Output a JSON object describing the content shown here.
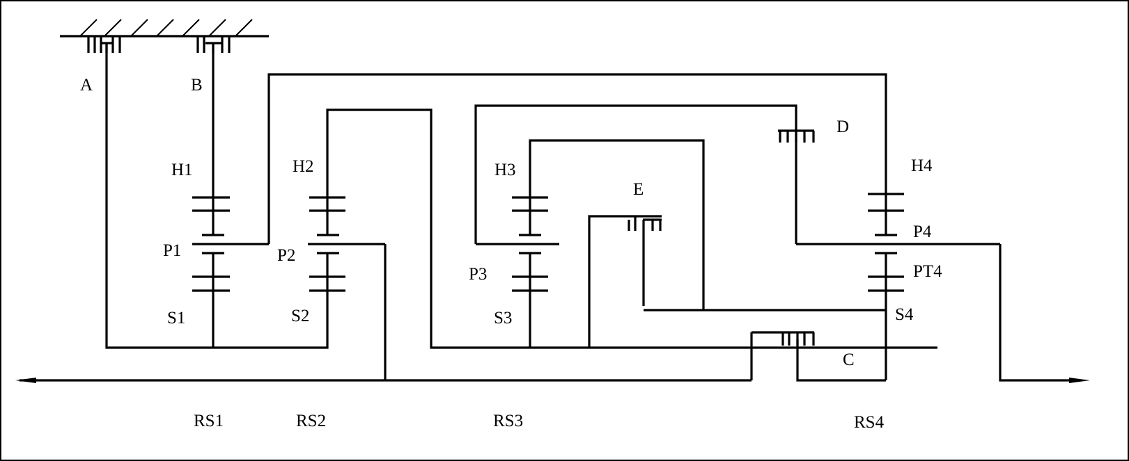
{
  "labels": {
    "A": "A",
    "B": "B",
    "C": "C",
    "D": "D",
    "E": "E",
    "H1": "H1",
    "H2": "H2",
    "H3": "H3",
    "H4": "H4",
    "P1": "P1",
    "P2": "P2",
    "P3": "P3",
    "P4": "P4",
    "PT4": "PT4",
    "S1": "S1",
    "S2": "S2",
    "S3": "S3",
    "S4": "S4",
    "RS1": "RS1",
    "RS2": "RS2",
    "RS3": "RS3",
    "RS4": "RS4"
  },
  "colors": {
    "line": "#000000",
    "background": "#ffffff"
  }
}
